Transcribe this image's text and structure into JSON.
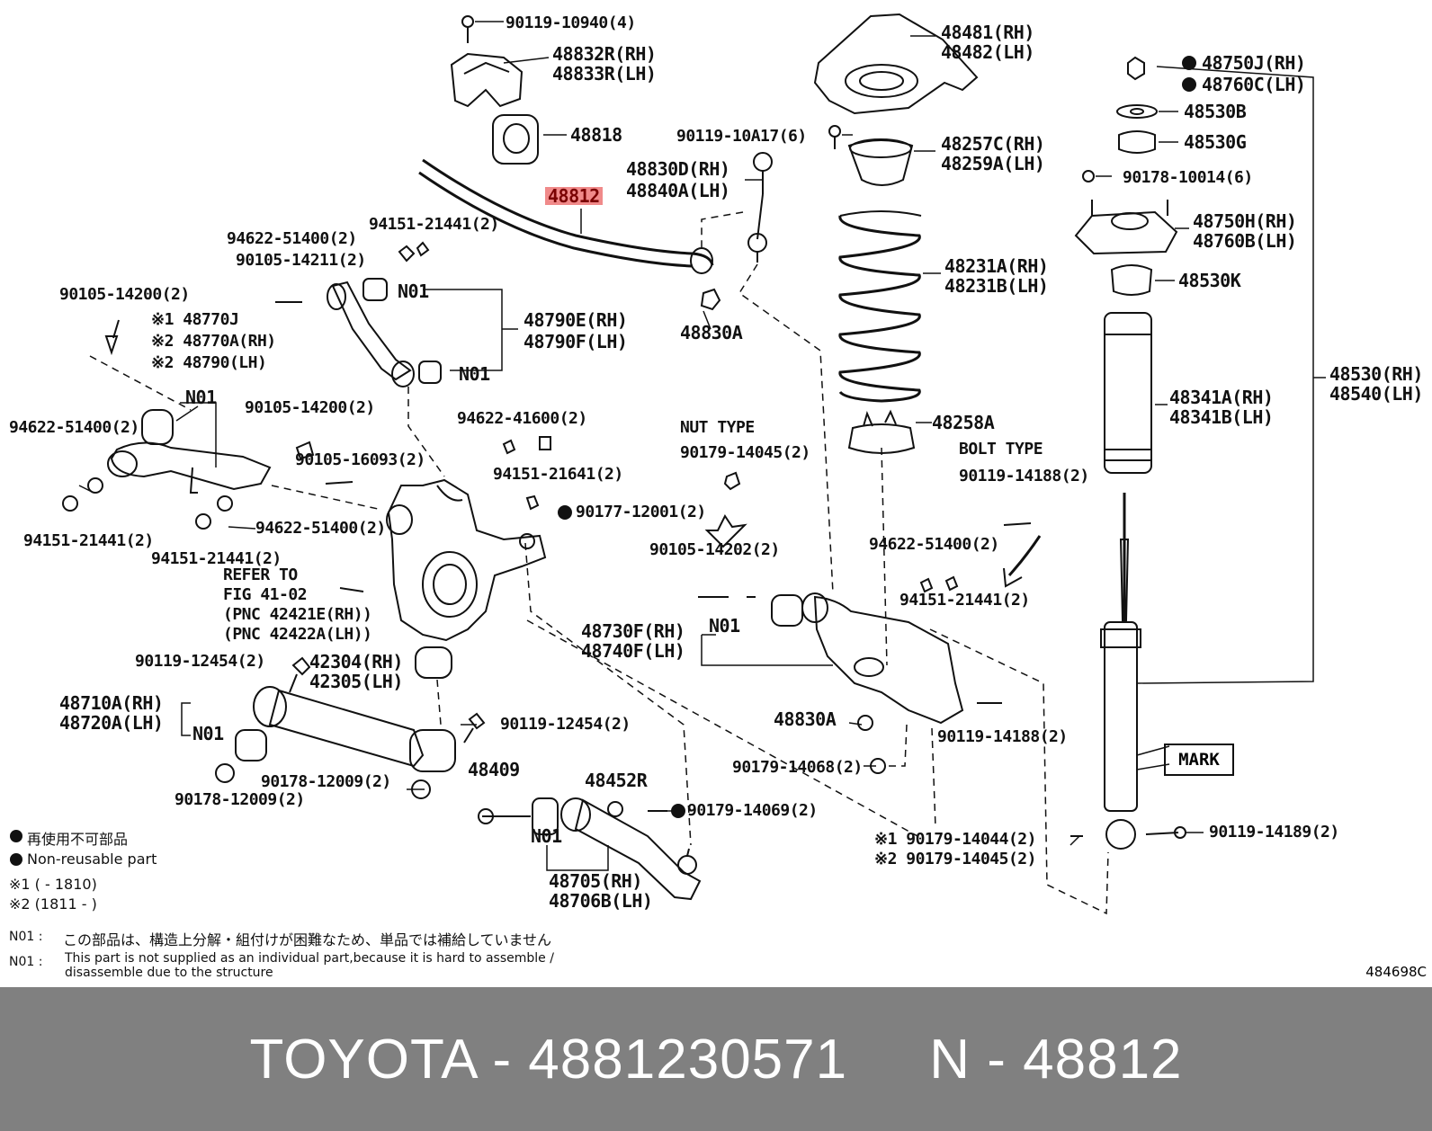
{
  "labels": {
    "p1": "90119-10940(4)",
    "p2a": "48832R(RH)",
    "p2b": "48833R(LH)",
    "p3": "48818",
    "p4": "48812",
    "p5a": "48481(RH)",
    "p5b": "48482(LH)",
    "p6": "90119-10A17(6)",
    "p7a": "48257C(RH)",
    "p7b": "48259A(LH)",
    "p8a": "48830D(RH)",
    "p8b": "48840A(LH)",
    "p9a": "48750J(RH)",
    "p9b": "48760C(LH)",
    "p10": "48530B",
    "p11": "48530G",
    "p12": "90178-10014(6)",
    "p13a": "48750H(RH)",
    "p13b": "48760B(LH)",
    "p14": "48530K",
    "p15a": "48231A(RH)",
    "p15b": "48231B(LH)",
    "p16": "94151-21441(2)",
    "p17": "94622-51400(2)",
    "p18": "90105-14211(2)",
    "p19": "90105-14200(2)",
    "p20": "N01",
    "p21a": "48790E(RH)",
    "p21b": "48790F(LH)",
    "p22": "48830A",
    "p23a": "48530(RH)",
    "p23b": "48540(LH)",
    "p24a": "48341A(RH)",
    "p24b": "48341B(LH)",
    "p25a": "※1 48770J",
    "p25b": "※2 48770A(RH)",
    "p25c": "※2 48790(LH)",
    "p26": "N01",
    "p27": "N01",
    "p28": "94622-51400(2)",
    "p29": "90105-14200(2)",
    "p30": "94622-41600(2)",
    "p31": "48258A",
    "p32": "BOLT TYPE",
    "p33": "90119-14188(2)",
    "p34": "NUT TYPE",
    "p35": "90179-14045(2)",
    "p36": "90105-16093(2)",
    "p37": "94151-21641(2)",
    "p38": "90177-12001(2)",
    "p39": "94151-21441(2)",
    "p40": "94622-51400(2)",
    "p41": "94151-21441(2)",
    "p42": "90105-14202(2)",
    "p43": "94622-51400(2)",
    "p44": "94151-21441(2)",
    "p45a": "REFER TO",
    "p45b": "FIG 41-02",
    "p45c": "(PNC 42421E(RH))",
    "p45d": "(PNC 42422A(LH))",
    "p46": "N01",
    "p47a": "48730F(RH)",
    "p47b": "48740F(LH)",
    "p48": "90119-12454(2)",
    "p49a": "42304(RH)",
    "p49b": "42305(LH)",
    "p50a": "48710A(RH)",
    "p50b": "48720A(LH)",
    "p51": "N01",
    "p52": "90119-12454(2)",
    "p53": "48830A",
    "p54": "90119-14188(2)",
    "p55": "90179-14068(2)",
    "p56": "90178-12009(2)",
    "p57": "90178-12009(2)",
    "p58": "48409",
    "p59": "48452R",
    "p60": "90179-14069(2)",
    "p61": "N01",
    "p62a": "48705(RH)",
    "p62b": "48706B(LH)",
    "p63a": "※1  90179-14044(2)",
    "p63b": "※2  90179-14045(2)",
    "p64": "90119-14189(2)"
  },
  "mark": "MARK",
  "legend": {
    "jp": "再使用不可部品",
    "en": "Non-reusable part",
    "s1": "※1 (        - 1810)",
    "s2": "※2 (1811  -        )"
  },
  "notes": {
    "n01_prefix": "N01 :",
    "n01_jp": "この部品は、構造上分解・組付けが困難なため、単品では補給していません",
    "n01_en_1": "This part is not supplied as an individual part,because it is hard to assemble /",
    "n01_en_2": "disassemble due to the structure"
  },
  "ref_code": "484698C",
  "footer": {
    "brand": "TOYOTA",
    "part_number": "4881230571",
    "pnc": "N - 48812",
    "text": "TOYOTA - 4881230571     N - 48812"
  },
  "colors": {
    "highlight": "#f08a8a",
    "footer_bg": "#808080",
    "footer_text": "#ffffff"
  }
}
